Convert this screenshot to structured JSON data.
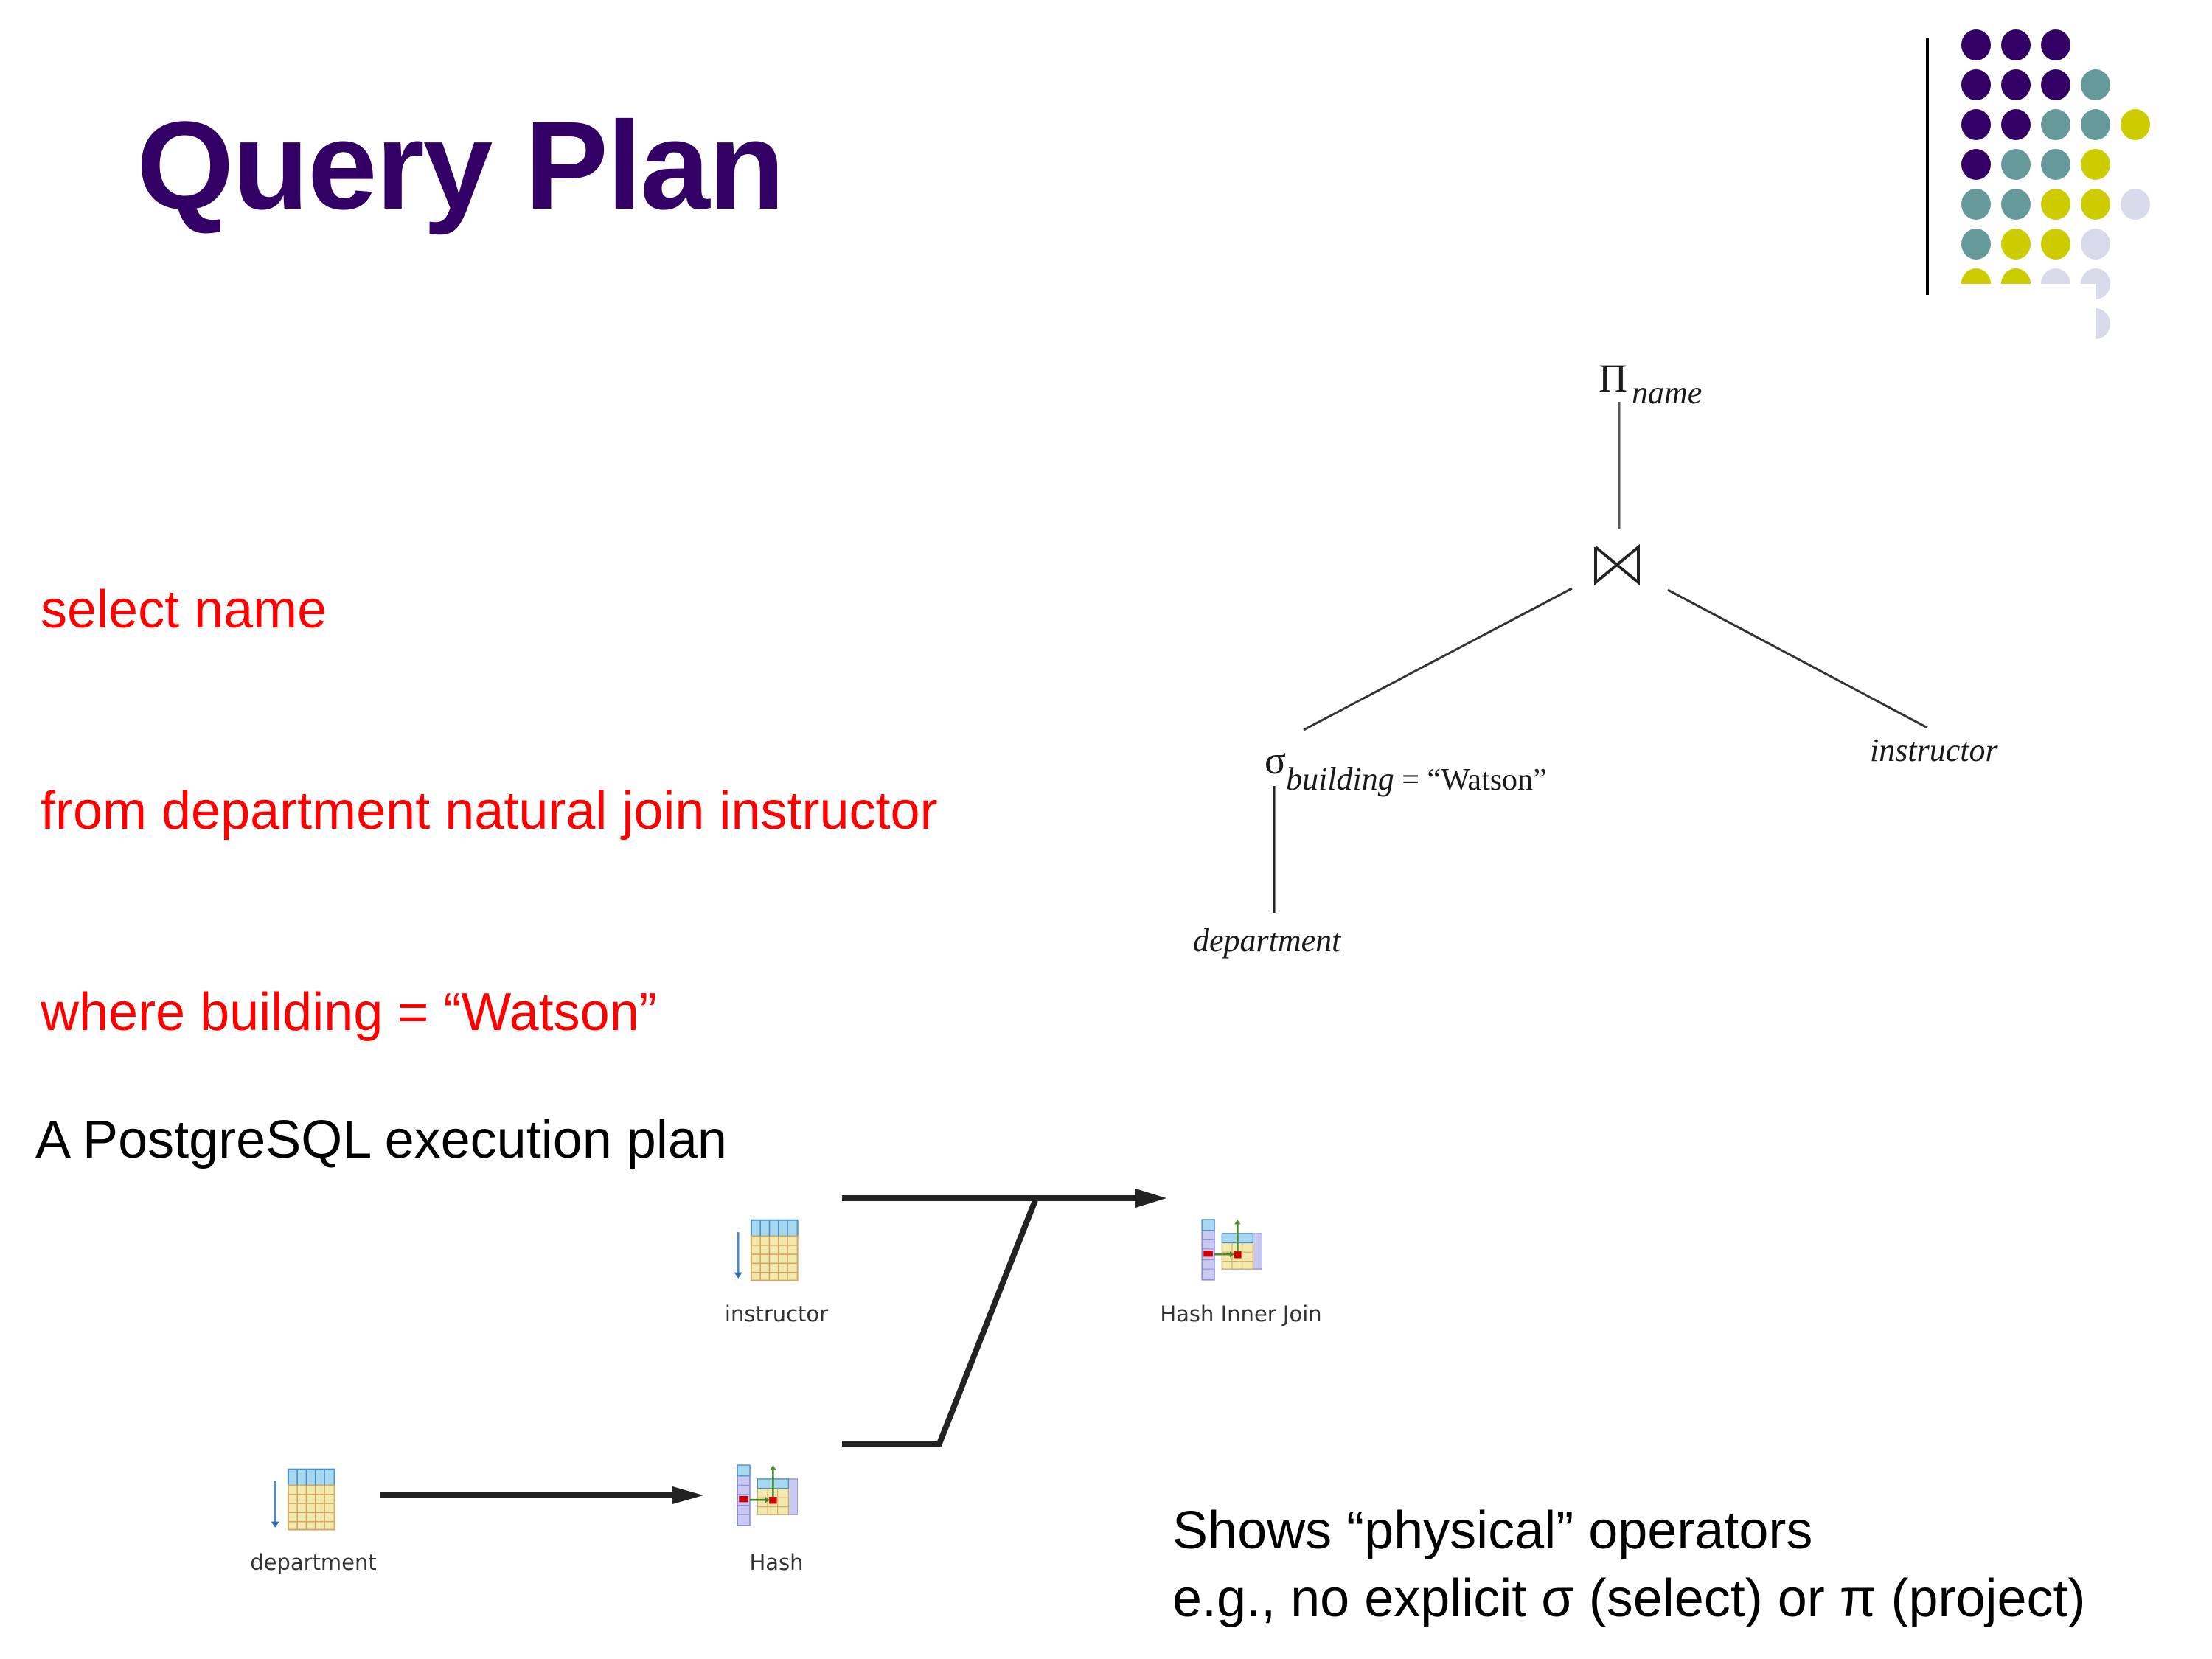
{
  "slide": {
    "title": "Query Plan",
    "colors": {
      "title": "#330066",
      "sql_text": "#ff0000",
      "dot_purple": "#330066",
      "dot_teal": "#669999",
      "dot_olive": "#cccc00",
      "dot_lavender": "#d9d9ec"
    }
  },
  "sql": {
    "lines": [
      "select name",
      "from department natural join instructor",
      "where building = “Watson”"
    ]
  },
  "relational_tree": {
    "root": {
      "symbol": "Π",
      "subscript": "name"
    },
    "join": {
      "symbol": "⋈"
    },
    "select": {
      "symbol": "σ",
      "subscript_attr": "building",
      "subscript_rest": " = “Watson”"
    },
    "left_leaf": "department",
    "right_leaf": "instructor"
  },
  "execution_plan": {
    "heading": "A PostgreSQL execution plan",
    "nodes": [
      {
        "id": "instructor",
        "label": "instructor",
        "icon": "seq-scan-icon"
      },
      {
        "id": "department",
        "label": "department",
        "icon": "seq-scan-icon"
      },
      {
        "id": "hash",
        "label": "Hash",
        "icon": "hash-icon"
      },
      {
        "id": "hash_join",
        "label": "Hash Inner Join",
        "icon": "hash-join-icon"
      }
    ],
    "edges": [
      {
        "from": "department",
        "to": "hash"
      },
      {
        "from": "instructor",
        "to": "hash_join"
      },
      {
        "from": "hash",
        "to": "hash_join"
      }
    ]
  },
  "note": {
    "lines": [
      "Shows “physical” operators",
      "e.g., no explicit σ (select) or π (project)"
    ]
  }
}
